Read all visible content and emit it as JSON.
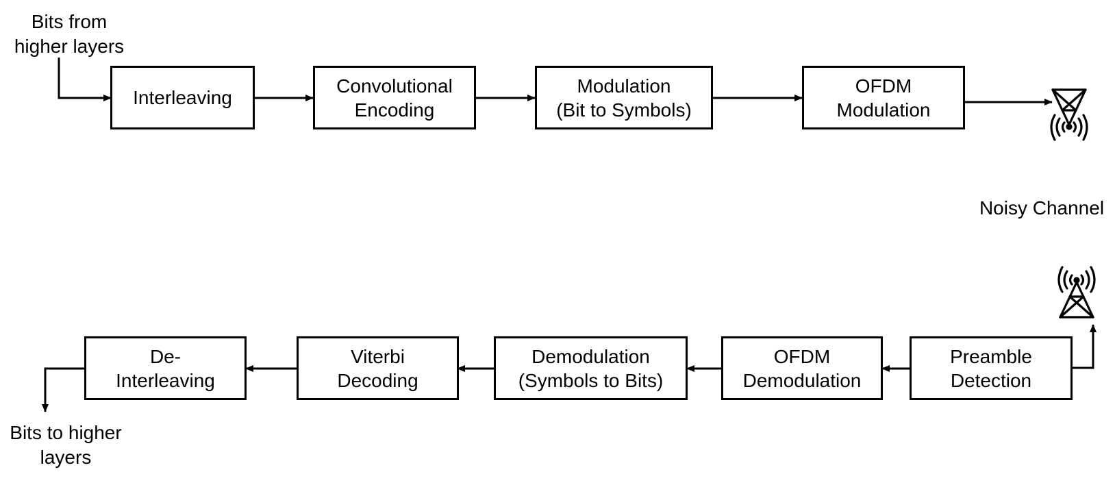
{
  "input_label": [
    "Bits from",
    "higher layers"
  ],
  "output_label": [
    "Bits to higher",
    "layers"
  ],
  "channel_label": "Noisy Channel",
  "transmitter_blocks": [
    {
      "id": "interleaving",
      "lines": [
        "Interleaving"
      ]
    },
    {
      "id": "convolutional-encoding",
      "lines": [
        "Convolutional",
        "Encoding"
      ]
    },
    {
      "id": "modulation",
      "lines": [
        "Modulation",
        "(Bit to Symbols)"
      ]
    },
    {
      "id": "ofdm-modulation",
      "lines": [
        "OFDM",
        "Modulation"
      ]
    }
  ],
  "receiver_blocks": [
    {
      "id": "preamble-detection",
      "lines": [
        "Preamble",
        "Detection"
      ]
    },
    {
      "id": "ofdm-demodulation",
      "lines": [
        "OFDM",
        "Demodulation"
      ]
    },
    {
      "id": "demodulation",
      "lines": [
        "Demodulation",
        "(Symbols to Bits)"
      ]
    },
    {
      "id": "viterbi-decoding",
      "lines": [
        "Viterbi",
        "Decoding"
      ]
    },
    {
      "id": "de-interleaving",
      "lines": [
        "De-",
        "Interleaving"
      ]
    }
  ],
  "icons": {
    "transmit": "transmit-antenna-icon",
    "receive": "receive-antenna-icon"
  }
}
